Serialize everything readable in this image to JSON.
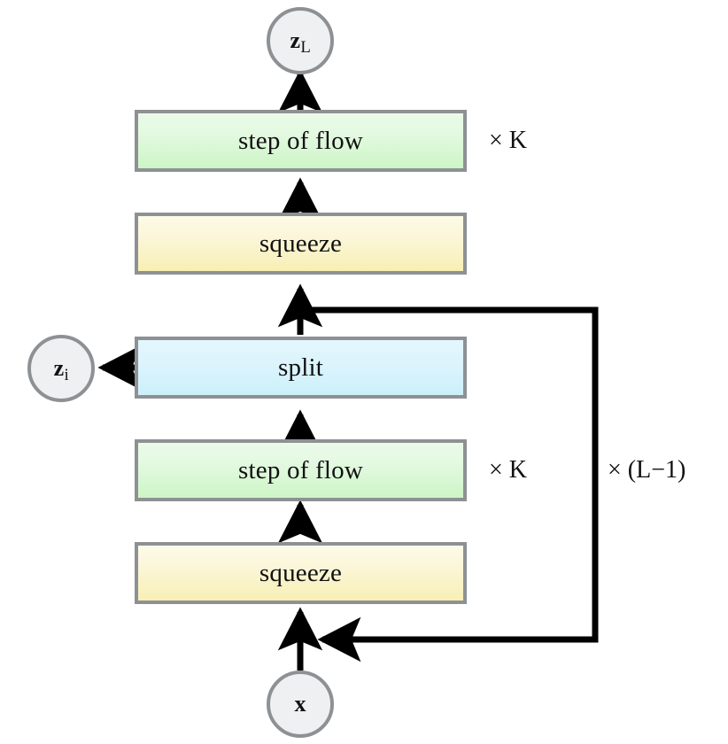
{
  "diagram": {
    "title": "Multi-scale normalizing flow architecture",
    "background_color": "#ffffff",
    "border_color": "#8e9194",
    "arrow_color": "#000000",
    "nodes": [
      {
        "id": "z-L",
        "kind": "circle",
        "label_base": "z",
        "label_sub": "L",
        "fill": "#eef0f2"
      },
      {
        "id": "step-of-flow-top",
        "kind": "box",
        "label": "step of flow",
        "fill": "#d9f7d2",
        "multiplicity": "× K"
      },
      {
        "id": "squeeze-top",
        "kind": "box",
        "label": "squeeze",
        "fill": "#faf2c4"
      },
      {
        "id": "split",
        "kind": "box",
        "label": "split",
        "fill": "#d6f2fc"
      },
      {
        "id": "step-of-flow-bottom",
        "kind": "box",
        "label": "step of flow",
        "fill": "#d9f7d2",
        "multiplicity": "× K"
      },
      {
        "id": "squeeze-bottom",
        "kind": "box",
        "label": "squeeze",
        "fill": "#faf2c4"
      },
      {
        "id": "x",
        "kind": "circle",
        "label_base": "x",
        "label_sub": "",
        "fill": "#eef0f2"
      },
      {
        "id": "z-i",
        "kind": "circle",
        "label_base": "z",
        "label_sub": "i",
        "fill": "#eef0f2"
      }
    ],
    "labels": {
      "z_L_base": "z",
      "z_L_sub": "L",
      "z_i_base": "z",
      "z_i_sub": "i",
      "x": "x",
      "step_of_flow_top": "step of flow",
      "squeeze_top": "squeeze",
      "split": "split",
      "step_of_flow_bottom": "step of flow",
      "squeeze_bottom": "squeeze",
      "times_k_top": "× K",
      "times_k_bottom": "× K",
      "times_l_minus_1": "× (L−1)"
    }
  }
}
